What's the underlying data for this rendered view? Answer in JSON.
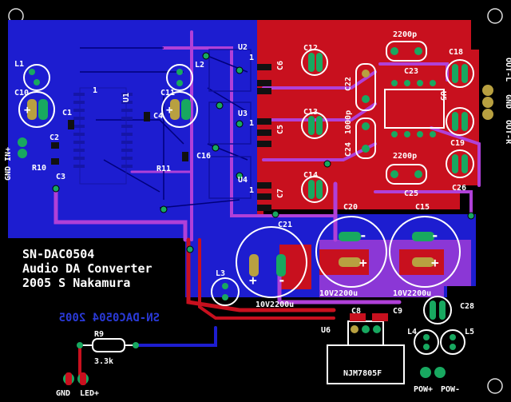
{
  "board": {
    "title": "SN-DAC0504",
    "subtitle": "Audio DA Converter",
    "credit": "2005 S Nakamura",
    "mirror_text": "SN-DAC0504 2005"
  },
  "colors": {
    "substrate": "#000000",
    "bottom_copper": "#1d1dd0",
    "top_copper": "#c8101e",
    "trace_magenta": "#b040d8",
    "silkscreen": "#ffffff",
    "pad_gold": "#b8a040",
    "pad_green": "#18a860"
  },
  "labels": {
    "l1": "L1",
    "c10": "C10",
    "c1": "C1",
    "c2": "C2",
    "r10": "R10",
    "c3": "C3",
    "gnd_in": "GND IN+",
    "u1": "U1",
    "pin1_u1": "1",
    "c11": "C11",
    "c4": "C4",
    "l2": "L2",
    "r11": "R11",
    "c16": "C16",
    "u2": "U2",
    "u3": "U3",
    "u4": "U4",
    "pin1_u2": "1",
    "pin1_u3": "1",
    "pin1_u4": "1",
    "c6": "C6",
    "c5": "C5",
    "c7": "C7",
    "c12": "C12",
    "c13": "C13",
    "c14": "C14",
    "c22": "C22",
    "c24": "C24",
    "c22_val": "1000p",
    "c23": "C23",
    "c23_val": "2200p",
    "c25": "C25",
    "c25_val": "2200p",
    "u5": "U5",
    "c18": "C18",
    "c19": "C19",
    "c26": "C26",
    "out_l": "OUT-L",
    "gnd": "GND",
    "out_r": "OUT-R",
    "c21": "C21",
    "c21_val": "10V2200u",
    "c20": "C20",
    "c20_val": "10V2200u",
    "c15": "C15",
    "c15_val": "10V2200u",
    "l3": "L3",
    "c8": "C8",
    "c9": "C9",
    "c28": "C28",
    "l4": "L4",
    "l5": "L5",
    "u6": "U6",
    "u6_part": "NJM7805F",
    "r9": "R9",
    "r9_val": "3.3k",
    "gnd_led": "GND",
    "led_plus": "LED+",
    "pow_plus": "POW+",
    "pow_minus": "POW-",
    "plus": "+",
    "minus": "-"
  }
}
